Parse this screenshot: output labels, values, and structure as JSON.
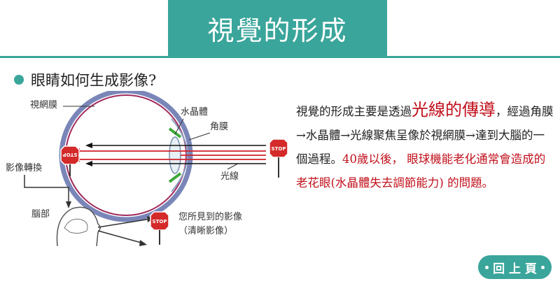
{
  "page": {
    "title": "視覺的形成",
    "section_heading": "眼睛如何生成影像?"
  },
  "diagram": {
    "labels": {
      "retina": "視網膜",
      "lens": "水晶體",
      "cornea": "角膜",
      "light": "光線",
      "image_transfer": "影像轉換",
      "brain": "腦部",
      "perceived_line1": "您所見到的影像",
      "perceived_line2": "（清晰影像）"
    },
    "stop_sign": "STOP",
    "stop_sign_inverted": "STOP",
    "colors": {
      "eye_outer": "#7a86b8",
      "eye_inner": "#a02a5c",
      "ray_red": "#d0202a",
      "ray_black": "#111111",
      "lens_green": "#3ea83a",
      "stop_red": "#d42a2a"
    }
  },
  "explanation": {
    "part1": "視覺的形成主要是透過",
    "highlight": "光線的傳導",
    "part2": "，經過角膜→水晶體→光線聚焦呈像於視網膜→達到大腦的一個過程。",
    "red_part": "40歲以後， 眼球機能老化通常會造成的老花眼(水晶體失去調節能力) 的問題。"
  },
  "nav": {
    "back_label": "回 上 頁"
  }
}
